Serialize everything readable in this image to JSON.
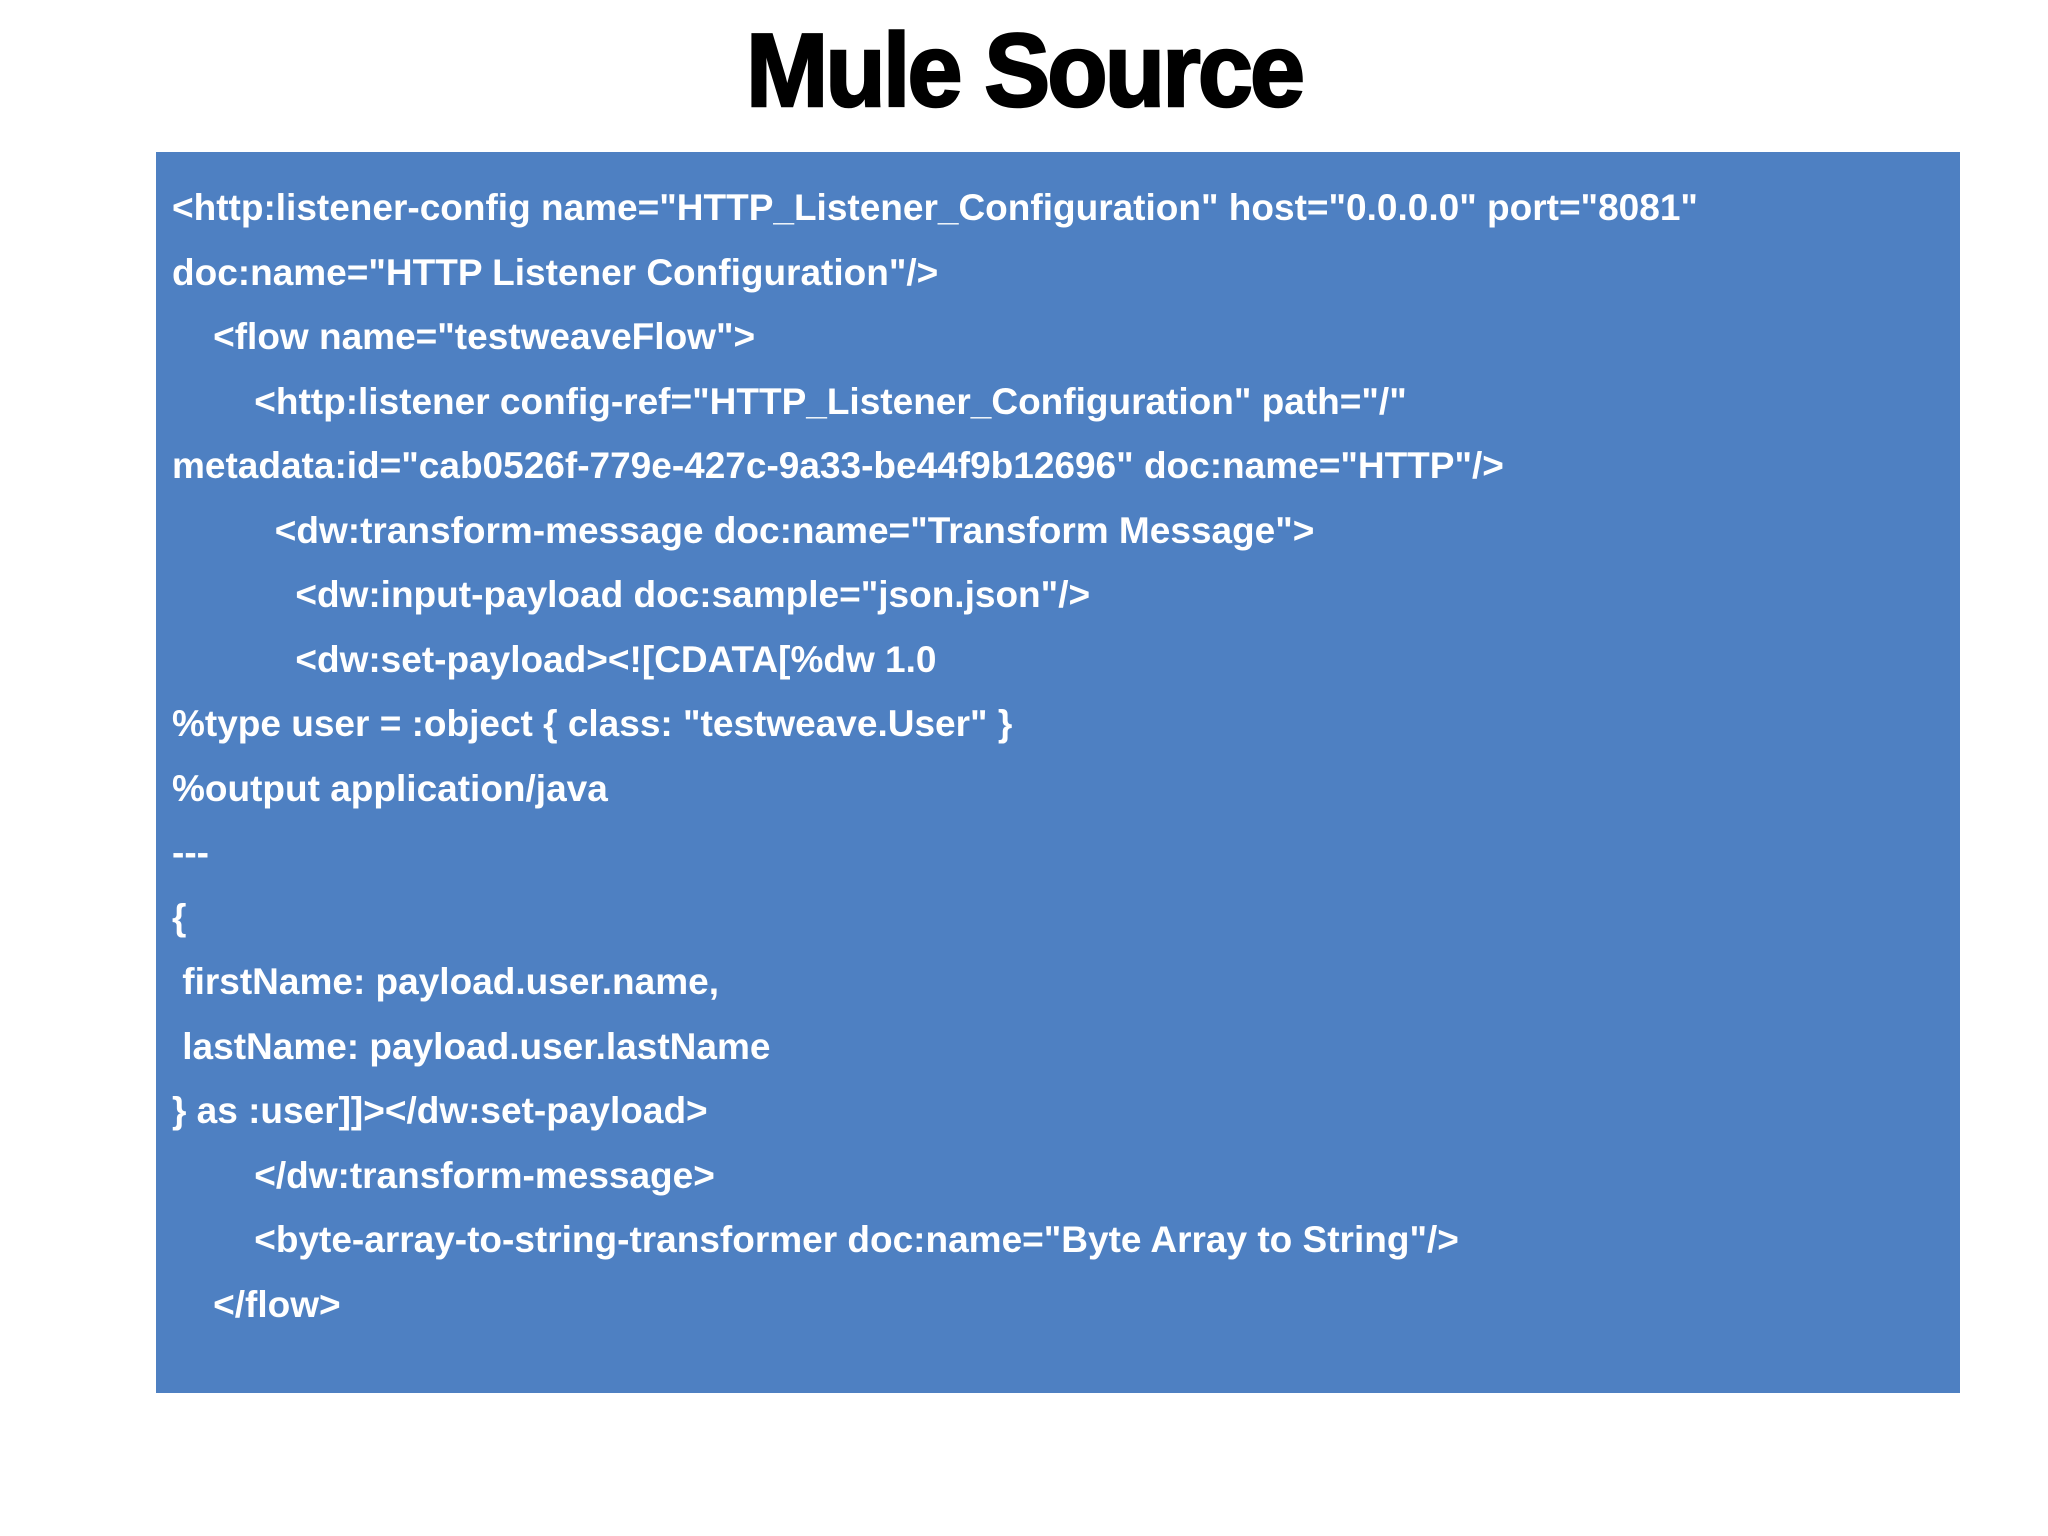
{
  "page": {
    "title": "Mule Source",
    "title_color": "#000000",
    "background": "#ffffff"
  },
  "code": {
    "panel_bg": "#4e80c2",
    "text_color": "#ffffff",
    "lines": [
      "<http:listener-config name=\"HTTP_Listener_Configuration\" host=\"0.0.0.0\" port=\"8081\"",
      "doc:name=\"HTTP Listener Configuration\"/>",
      "    <flow name=\"testweaveFlow\">",
      "        <http:listener config-ref=\"HTTP_Listener_Configuration\" path=\"/\"",
      "metadata:id=\"cab0526f-779e-427c-9a33-be44f9b12696\" doc:name=\"HTTP\"/>",
      "          <dw:transform-message doc:name=\"Transform Message\">",
      "            <dw:input-payload doc:sample=\"json.json\"/>",
      "            <dw:set-payload><![CDATA[%dw 1.0",
      "%type user = :object { class: \"testweave.User\" }",
      "%output application/java",
      "---",
      "{",
      " firstName: payload.user.name,",
      " lastName: payload.user.lastName",
      "} as :user]]></dw:set-payload>",
      "        </dw:transform-message>",
      "        <byte-array-to-string-transformer doc:name=\"Byte Array to String\"/>",
      "    </flow>"
    ]
  }
}
